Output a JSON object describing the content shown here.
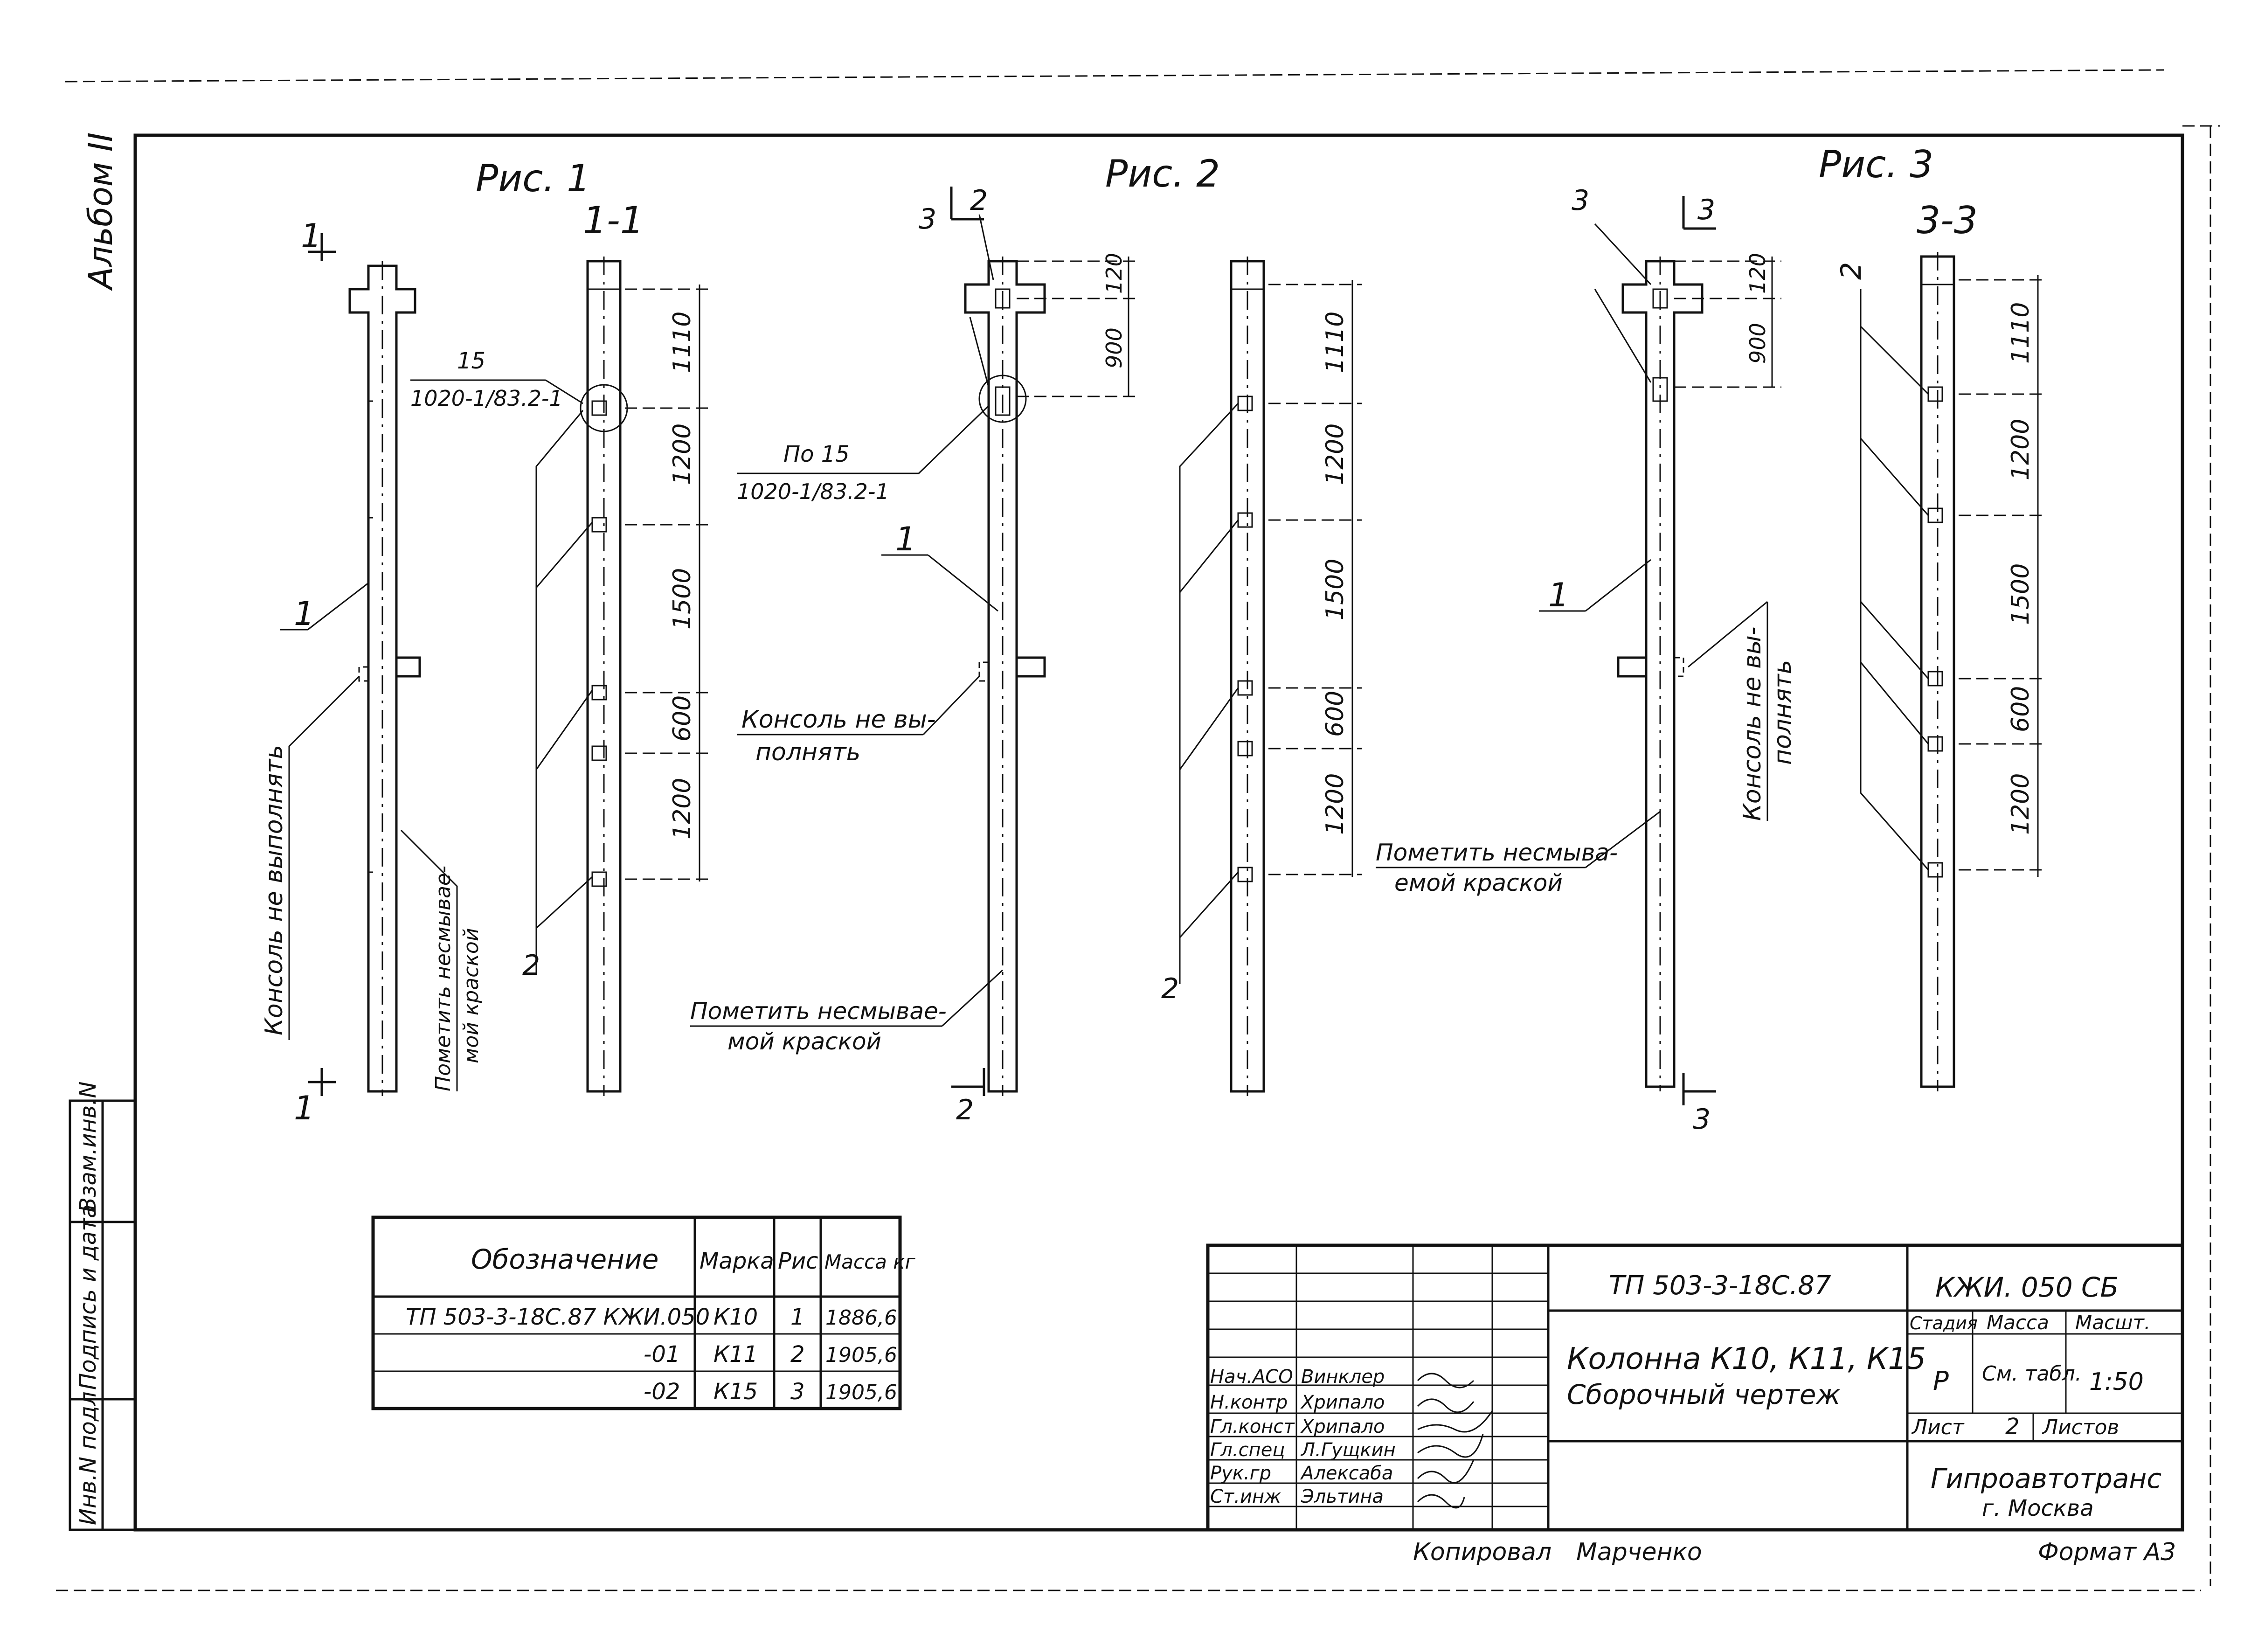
{
  "album_label": "Альбом II",
  "side_stamps": {
    "inv_podl": "Инв.N подл",
    "podpis": "Подпись и дата",
    "vzam": "Взам.инв.N"
  },
  "figures": {
    "fig1": {
      "title": "Рис. 1",
      "section": "1-1",
      "cut_top": "1",
      "cut_bottom": "1"
    },
    "fig2": {
      "title": "Рис. 2",
      "cut_top": "2",
      "cut_bottom": "2"
    },
    "fig3": {
      "title": "Рис. 3",
      "section": "3-3",
      "cut_top": "3",
      "cut_bottom": "3"
    }
  },
  "annotations": {
    "f1_ref_num": "15",
    "f1_ref_code": "1020-1/83.2-1",
    "f1_pos1": "1",
    "f1_pos2": "2",
    "f1_console": "Консоль не выполнять",
    "f1_mark_a": "Пометить несмывае-",
    "f1_mark_b": "мой краской",
    "f2_ref_num": "По 15",
    "f2_ref_code": "1020-1/83.2-1",
    "f2_pos1": "1",
    "f2_pos2": "2",
    "f2_pos3": "3",
    "f2_console_a": "Консоль не вы-",
    "f2_console_b": "полнять",
    "f2_mark_a": "Пометить несмывае-",
    "f2_mark_b": "мой краской",
    "f3_pos1": "1",
    "f3_pos2": "2",
    "f3_pos3": "3",
    "f3_console_a": "Консоль не вы-",
    "f3_console_b": "полнять",
    "f3_mark_a": "Пометить несмыва-",
    "f3_mark_b": "емой краской"
  },
  "dims": {
    "top_a": "120",
    "top_b": "900",
    "d1": "1110",
    "d2": "1200",
    "d3": "1500",
    "d4": "600",
    "d5": "1200"
  },
  "spec_table": {
    "headers": [
      "Обозначение",
      "Марка",
      "Рис.",
      "Масса кг"
    ],
    "rows": [
      [
        "ТП 503-3-18С.87 КЖИ.050",
        "К10",
        "1",
        "1886,6"
      ],
      [
        "-01",
        "К11",
        "2",
        "1905,6"
      ],
      [
        "-02",
        "К15",
        "3",
        "1905,6"
      ]
    ]
  },
  "title_block": {
    "project": "ТП 503-3-18С.87",
    "code": "КЖИ. 050 СБ",
    "name_line1": "Колонна К10, К11, К15",
    "name_line2": "Сборочный чертеж",
    "stage_header": "Стадия",
    "mass_header": "Масса",
    "scale_header": "Масшт.",
    "stage": "Р",
    "mass": "См. табл.",
    "scale": "1:50",
    "sheet_label": "Лист",
    "sheet_num": "2",
    "sheets_label": "Листов",
    "org1": "Гипроавтотранс",
    "org2": "г. Москва",
    "staff": [
      {
        "role": "Нач.АСО",
        "name": "Винклер"
      },
      {
        "role": "Н.контр",
        "name": "Хрипало"
      },
      {
        "role": "Гл.конст",
        "name": "Хрипало"
      },
      {
        "role": "Гл.спец",
        "name": "Л.Гущкин"
      },
      {
        "role": "Рук.гр",
        "name": "Алексаба"
      },
      {
        "role": "Ст.инж",
        "name": "Эльтина"
      }
    ]
  },
  "footer": {
    "copied_label": "Копировал",
    "copied_name": "Марченко",
    "format": "Формат А3"
  }
}
